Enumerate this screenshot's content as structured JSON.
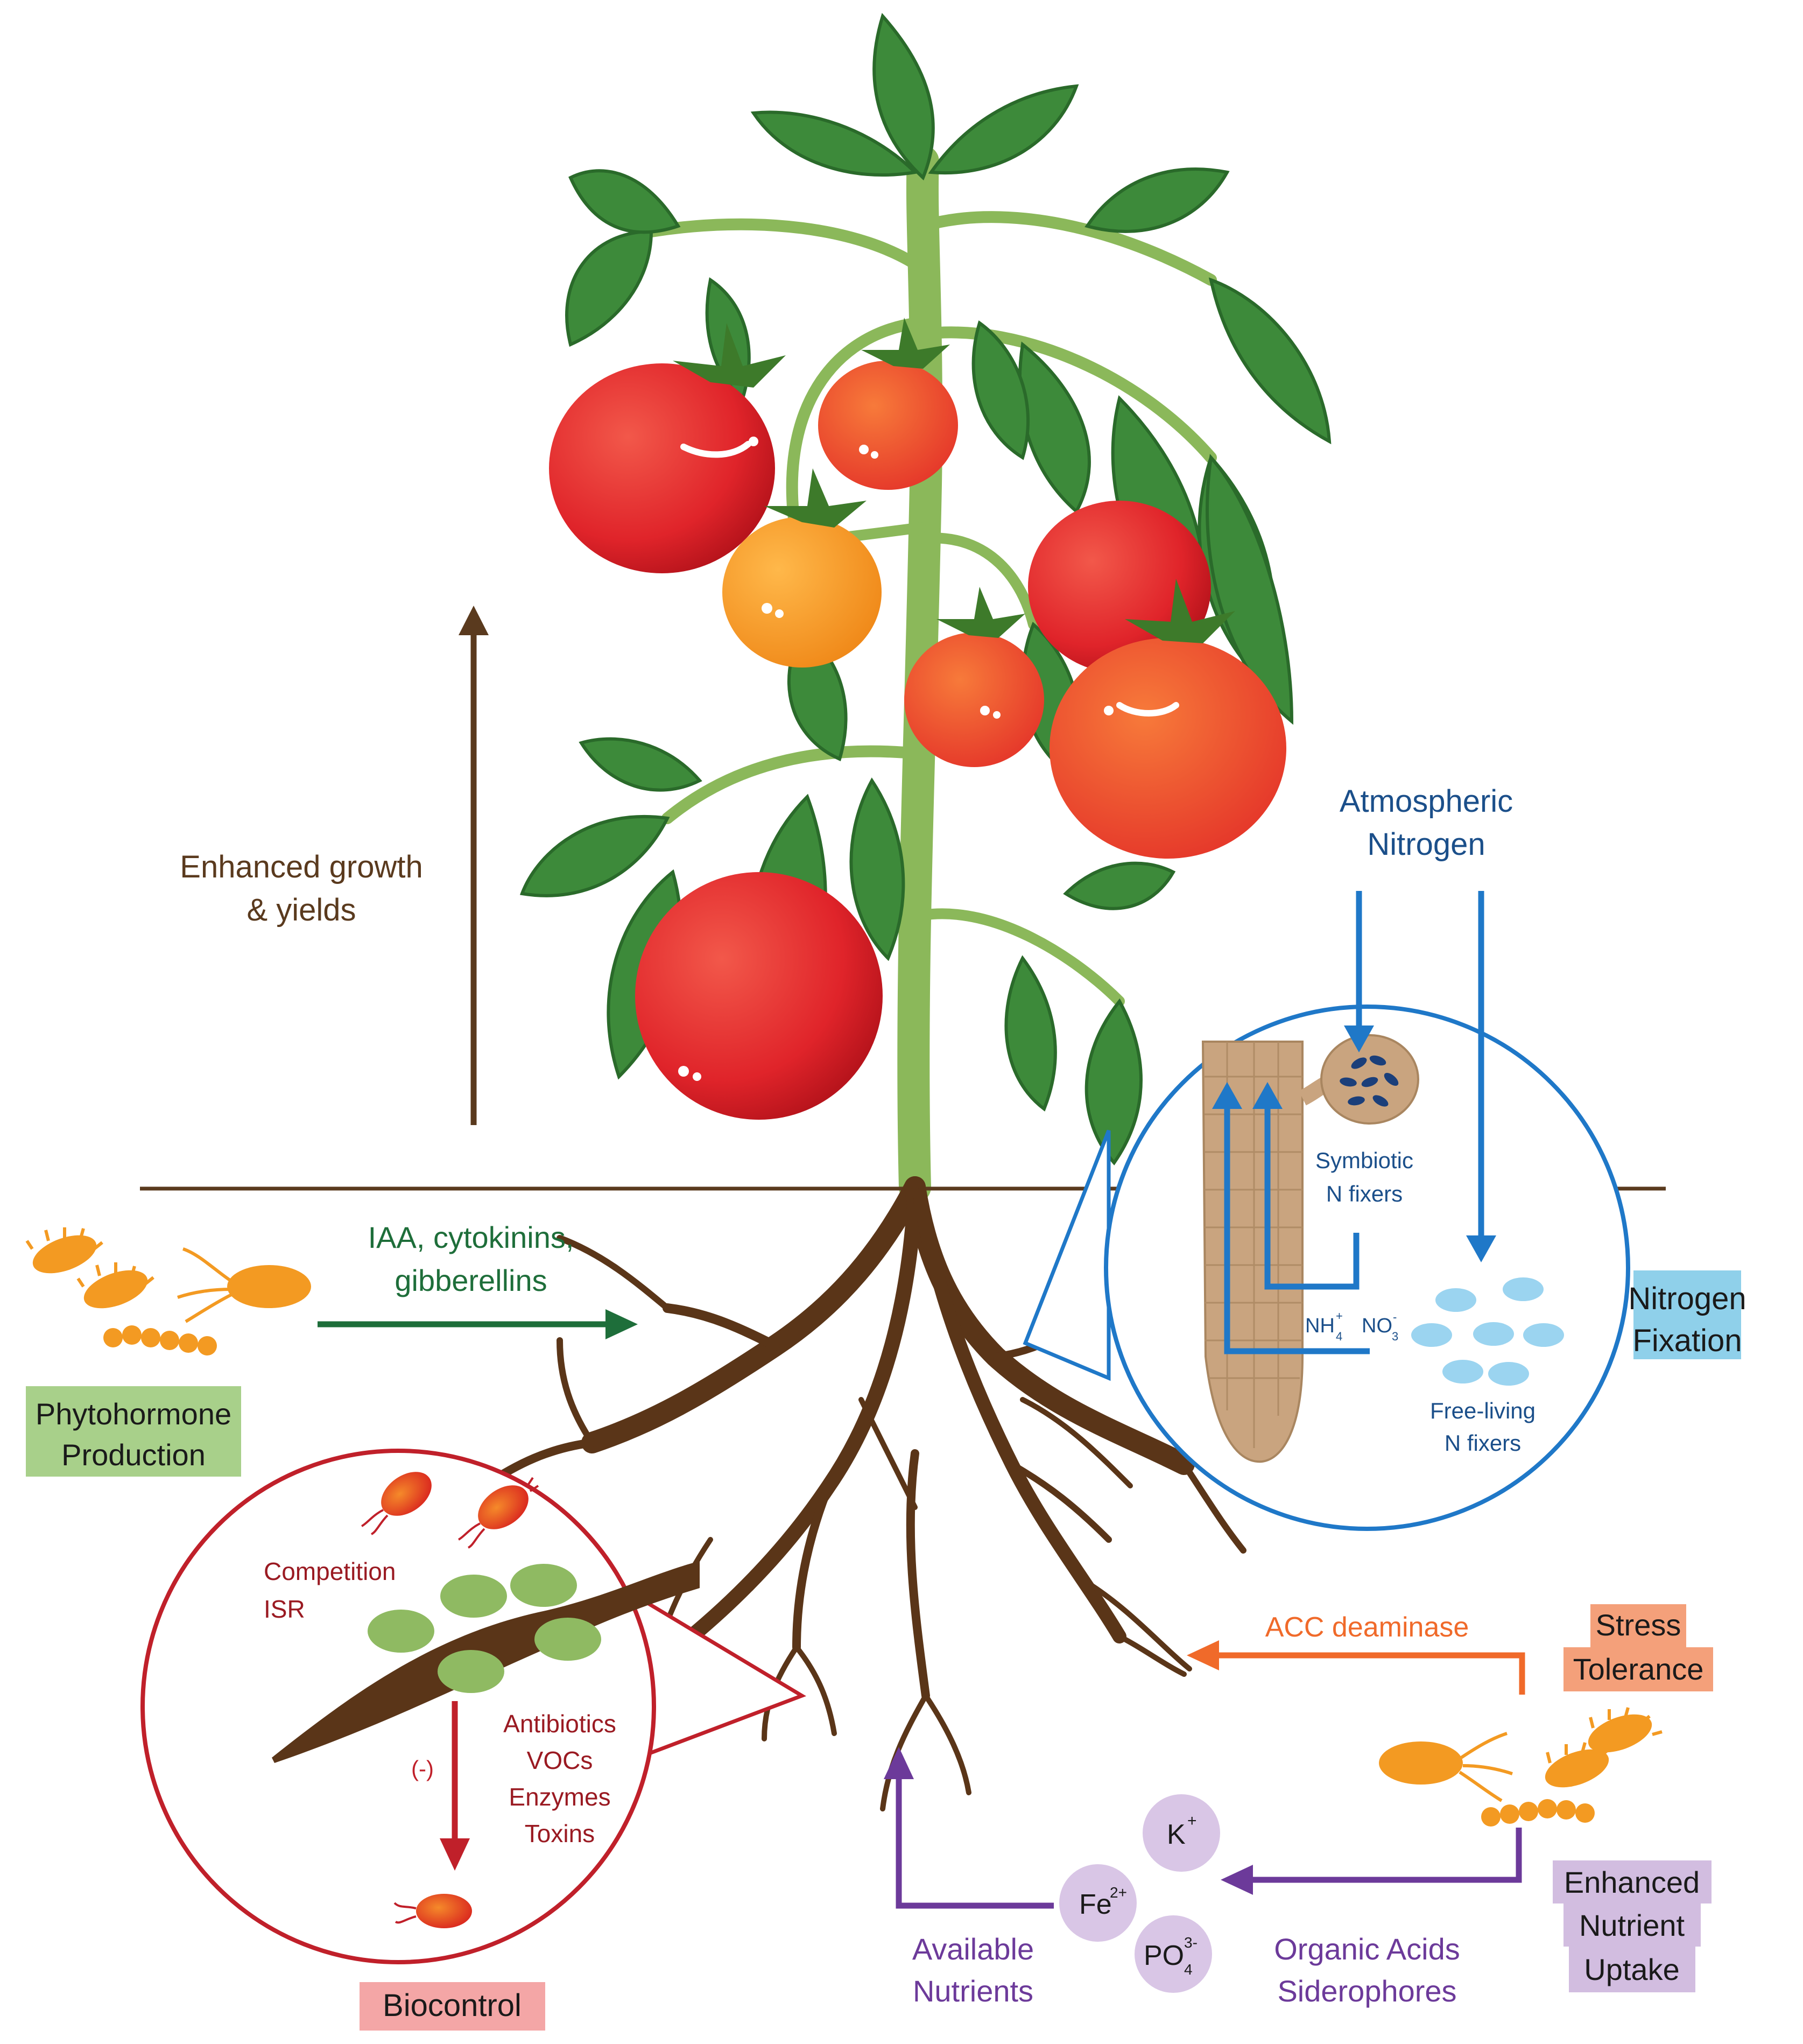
{
  "colors": {
    "brown": "#5a3a1e",
    "green_arrow": "#1e6e3a",
    "blue": "#1f78c8",
    "dark_blue": "#1b4f8a",
    "red": "#c0202a",
    "orange": "#f06a2a",
    "purple": "#6c3a9a",
    "phytohormone_box": "#a8d08a",
    "nitrogen_box": "#8fd0ea",
    "biocontrol_box": "#f4a6a6",
    "stress_box": "#f4a07a",
    "nutrient_box": "#d2bde0"
  },
  "labels": {
    "growth_line1": "Enhanced growth",
    "growth_line2": "& yields",
    "atmospheric_line1": "Atmospheric",
    "atmospheric_line2": "Nitrogen",
    "symbiotic_line1": "Symbiotic",
    "symbiotic_line2": "N fixers",
    "nh4": "NH",
    "nh4_sub": "4",
    "nh4_sup": "+",
    "no3": "NO",
    "no3_sub": "3",
    "no3_sup": "-",
    "free_living_line1": "Free-living",
    "free_living_line2": "N fixers",
    "hormones_line1": "IAA, cytokinins,",
    "hormones_line2": "gibberellins",
    "competition": "Competition",
    "isr": "ISR",
    "neg": "(-)",
    "antibiotics": "Antibiotics",
    "vocs": "VOCs",
    "enzymes": "Enzymes",
    "toxins": "Toxins",
    "acc": "ACC deaminase",
    "organic_acids": "Organic Acids",
    "siderophores": "Siderophores",
    "available_line1": "Available",
    "available_line2": "Nutrients",
    "fe": "Fe",
    "fe_sup": "2+",
    "k": "K",
    "k_sup": "+",
    "po": "PO",
    "po_sub": "4",
    "po_sup": "3-"
  },
  "boxes": {
    "phytohormone_line1": "Phytohormone",
    "phytohormone_line2": "Production",
    "nitrogen_line1": "Nitrogen",
    "nitrogen_line2": "Fixation",
    "biocontrol": "Biocontrol",
    "stress_line1": "Stress",
    "stress_line2": "Tolerance",
    "nutrient_line1": "Enhanced",
    "nutrient_line2": "Nutrient",
    "nutrient_line3": "Uptake"
  }
}
